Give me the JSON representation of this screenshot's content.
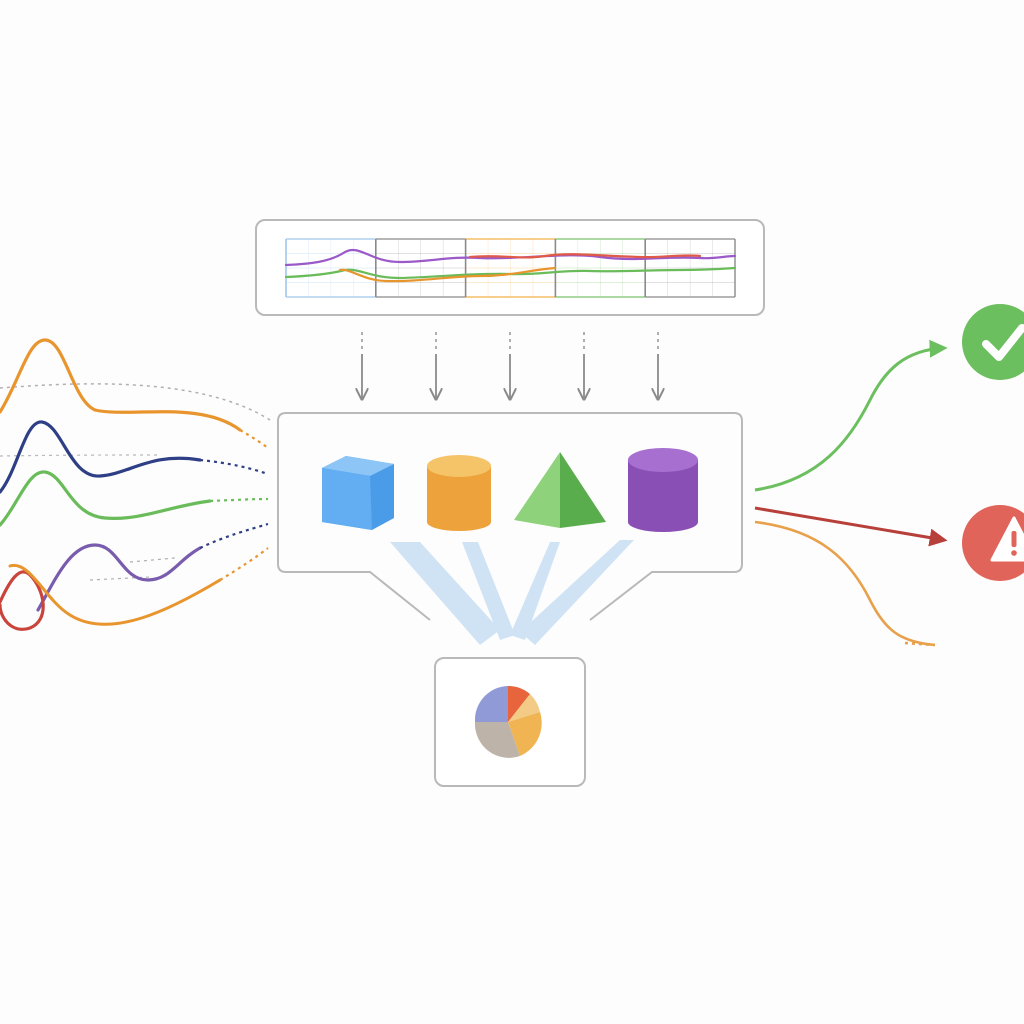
{
  "colors": {
    "background": "#fdfdfd",
    "panel_border": "#b9b9b9",
    "arrow_gray": "#8a8a8a",
    "orange": "#e8952e",
    "navy": "#2f3f86",
    "green": "#6abb5a",
    "purple": "#7a5cae",
    "red": "#c9453c",
    "success": "#6cbf5e",
    "warning": "#e0645a",
    "beam": "#c9dff4"
  },
  "input_signals": [
    {
      "name": "orange-signal",
      "color": "#e8952e"
    },
    {
      "name": "navy-signal",
      "color": "#2f3f86"
    },
    {
      "name": "green-signal",
      "color": "#6abb5a"
    },
    {
      "name": "purple-signal",
      "color": "#7a5cae"
    },
    {
      "name": "red-signal",
      "color": "#c9453c"
    }
  ],
  "timeseries_panel": {
    "segment_colors": [
      "#9fc7ec",
      "#8a8a8a",
      "#f0b04a",
      "#7cc46e",
      "#8a8a8a"
    ],
    "series_colors": [
      "#9b59c9",
      "#6abb5a",
      "#e8952e",
      "#e05a48"
    ]
  },
  "shapes": [
    {
      "name": "blue-cube-icon",
      "color": "#4a9be8"
    },
    {
      "name": "orange-cylinder-icon",
      "color": "#eda23c"
    },
    {
      "name": "green-pyramid-icon",
      "color": "#6dbe5d"
    },
    {
      "name": "purple-cylinder-icon",
      "color": "#8a4fb5"
    }
  ],
  "pie_slices": [
    "#e8643c",
    "#8f9ad6",
    "#f0b552",
    "#bdb3a8"
  ],
  "outputs": {
    "success_icon": "check-circle-icon",
    "warning_icon": "alert-triangle-icon"
  }
}
